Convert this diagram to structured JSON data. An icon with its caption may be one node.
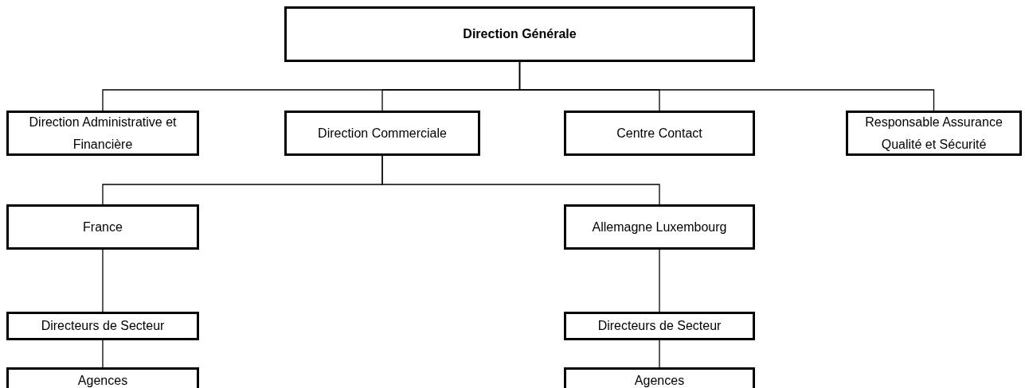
{
  "diagram": {
    "nodes": [
      {
        "text": [
          "Direction Générale"
        ]
      },
      {
        "text": [
          "Direction Administrative et Financière"
        ]
      },
      {
        "text": [
          "Direction Commerciale"
        ]
      },
      {
        "text": [
          "Centre Contact"
        ]
      },
      {
        "text": [
          "Responsable Assurance Qualité et Sécurité"
        ]
      },
      {
        "text": [
          "France"
        ]
      },
      {
        "text": [
          "Allemagne Luxembourg"
        ]
      },
      {
        "text": [
          "Directeurs de Secteur"
        ]
      },
      {
        "text": [
          "Directeurs de Secteur"
        ]
      },
      {
        "text": [
          "Agences"
        ]
      },
      {
        "text": [
          "Agences"
        ]
      }
    ],
    "edges": [
      {
        "from": 0,
        "to": 1,
        "arrow": "none"
      },
      {
        "from": 0,
        "to": 2,
        "arrow": "none"
      },
      {
        "from": 0,
        "to": 3,
        "arrow": "none"
      },
      {
        "from": 0,
        "to": 4,
        "arrow": "none"
      },
      {
        "from": 2,
        "to": 5,
        "arrow": "none"
      },
      {
        "from": 2,
        "to": 6,
        "arrow": "none"
      },
      {
        "from": 5,
        "to": 7,
        "arrow": "none"
      },
      {
        "from": 6,
        "to": 8,
        "arrow": "none"
      },
      {
        "from": 7,
        "to": 9,
        "arrow": "none"
      },
      {
        "from": 8,
        "to": 10,
        "arrow": "none"
      }
    ]
  }
}
